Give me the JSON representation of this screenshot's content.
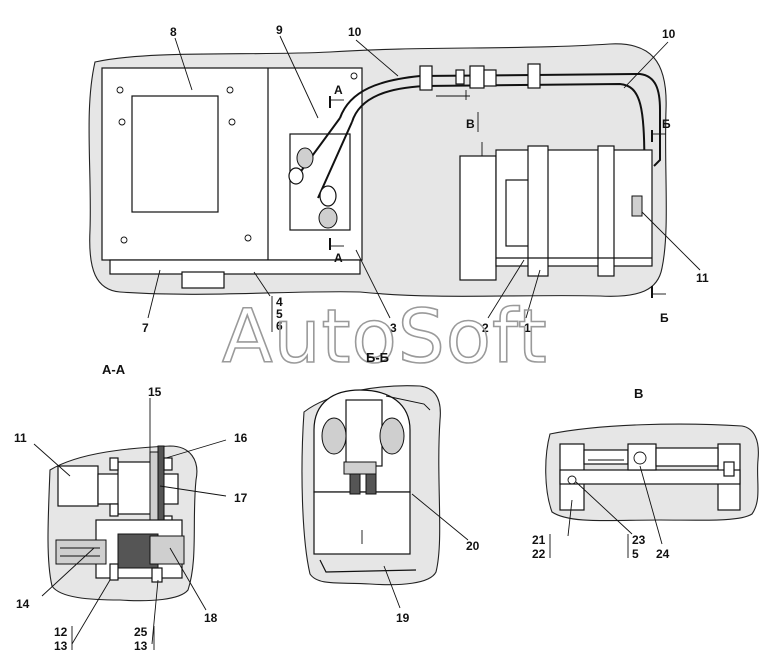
{
  "watermark": "AutoSoft",
  "views": {
    "section_aa": "А-А",
    "section_bb": "Б-Б",
    "view_v": "В"
  },
  "section_marks": {
    "a_top": "А",
    "a_bottom": "А",
    "b_top": "Б",
    "b_bottom": "Б",
    "v": "В"
  },
  "callouts": {
    "c1": "1",
    "c2": "2",
    "c3": "3",
    "c4": "4",
    "c5": "5",
    "c6": "6",
    "c7": "7",
    "c8": "8",
    "c9": "9",
    "c10a": "10",
    "c10b": "10",
    "c11a": "11",
    "aa_11": "11",
    "aa_12": "12",
    "aa_13a": "13",
    "aa_13b": "13",
    "aa_14": "14",
    "aa_15": "15",
    "aa_16": "16",
    "aa_17": "17",
    "aa_18": "18",
    "aa_25": "25",
    "bb_19": "19",
    "bb_20": "20",
    "v_21": "21",
    "v_22": "22",
    "v_23": "23",
    "v_5": "5",
    "v_24": "24"
  }
}
